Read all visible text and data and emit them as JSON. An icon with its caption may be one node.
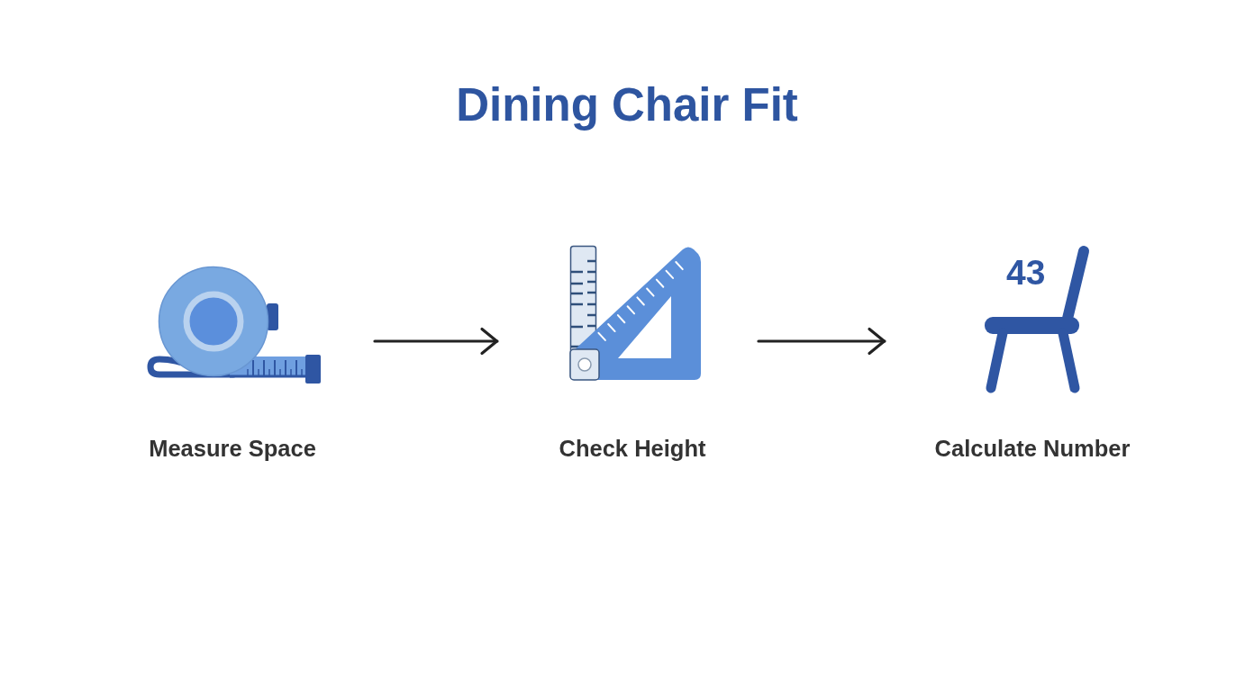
{
  "diagram": {
    "title": "Dining Chair Fit",
    "nodes": [
      {
        "text": [
          "Measure Space"
        ]
      },
      {
        "text": [
          "Check Height"
        ]
      },
      {
        "text": [
          "43",
          "Calculate Number"
        ]
      }
    ],
    "edges": [
      {
        "from": 0,
        "to": 1,
        "arrow": "to"
      },
      {
        "from": 1,
        "to": 2,
        "arrow": "to"
      }
    ]
  }
}
